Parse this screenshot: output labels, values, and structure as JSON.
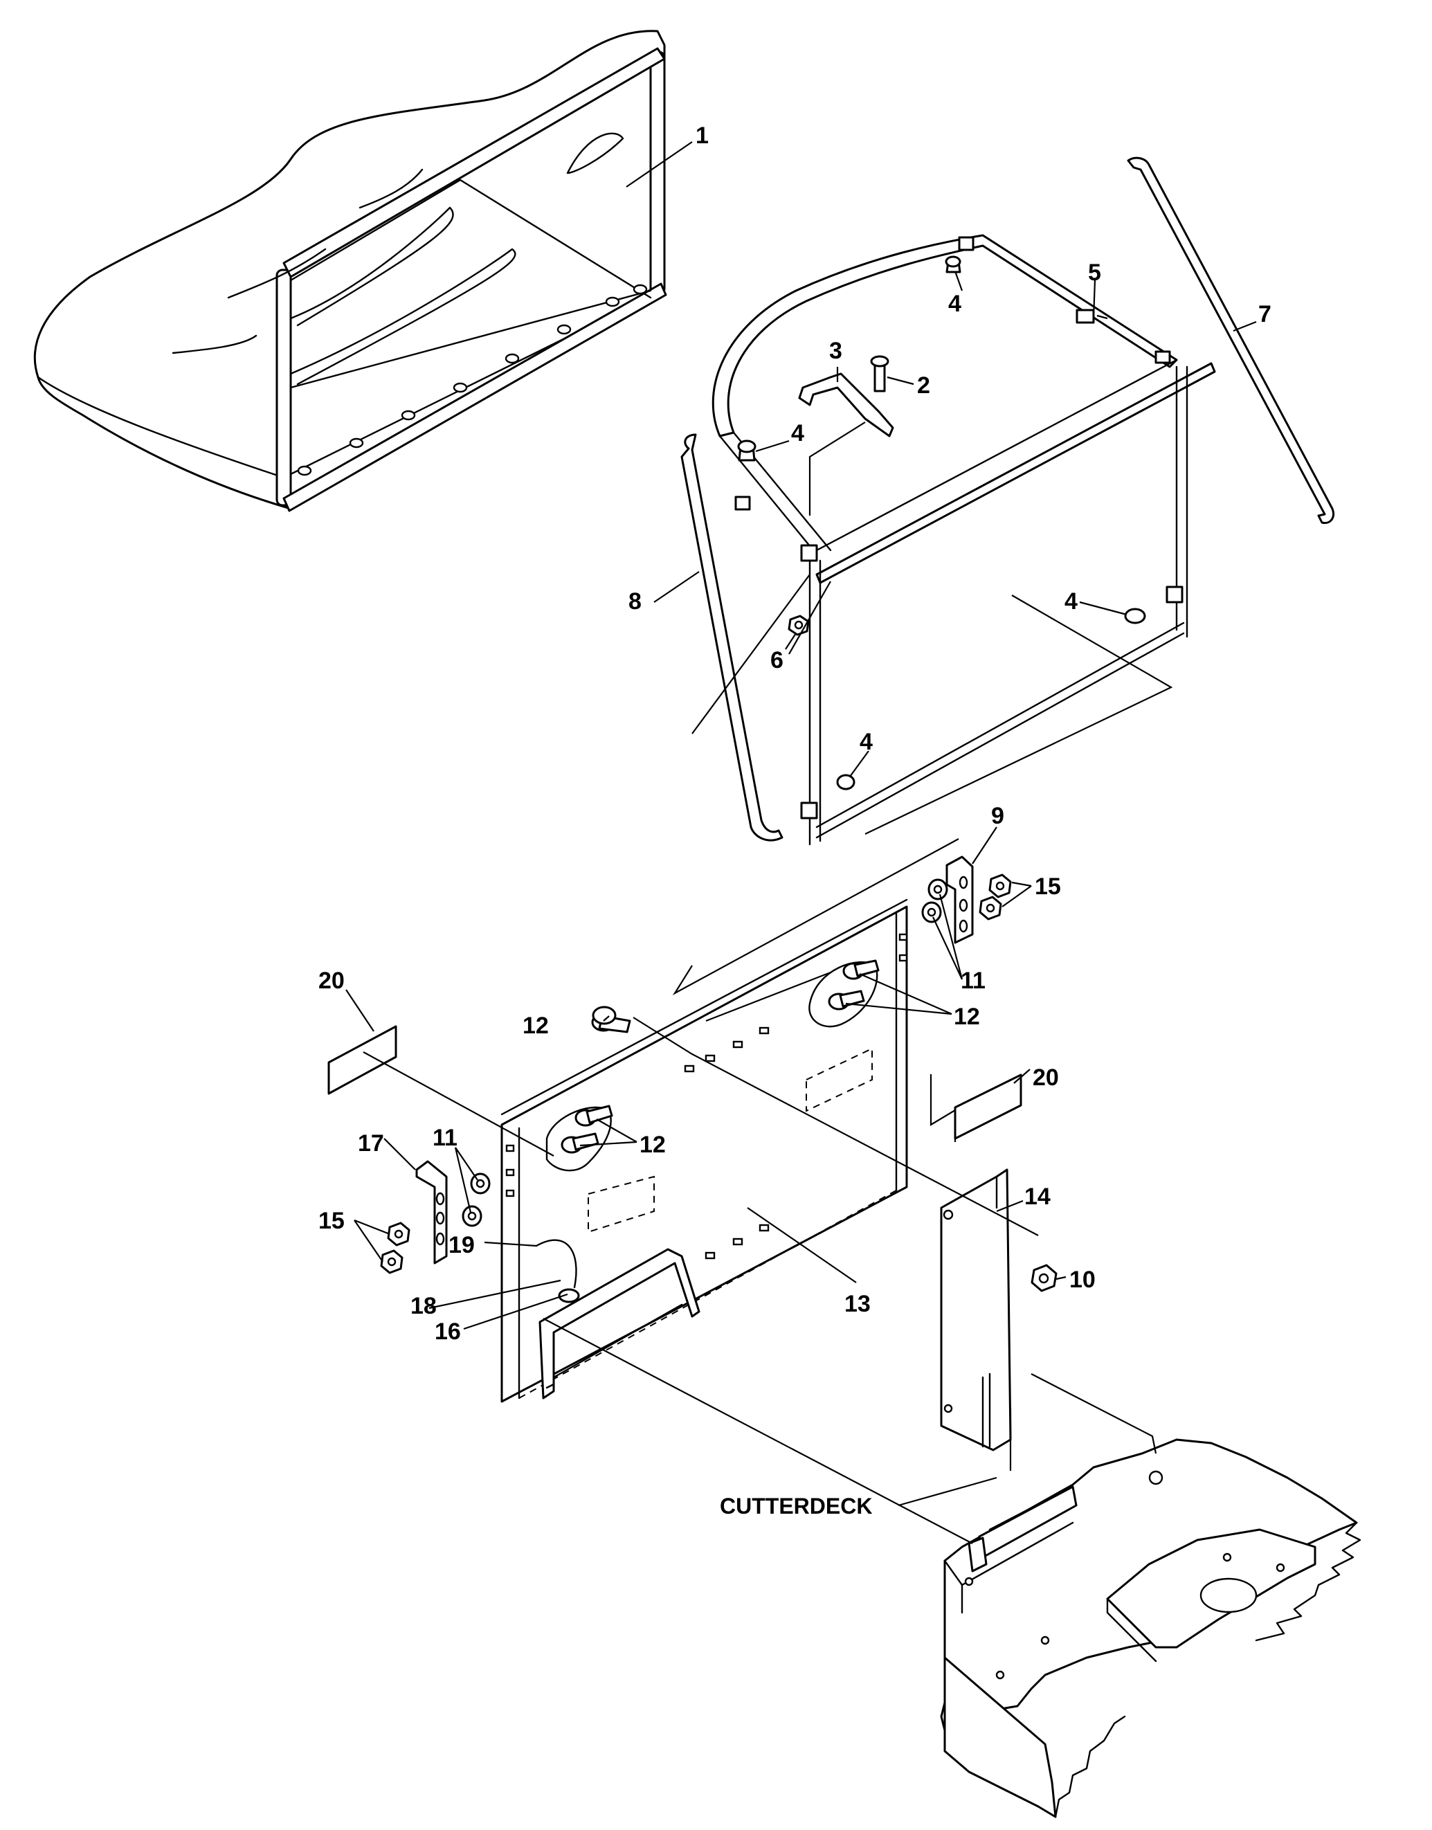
{
  "callouts": {
    "c1": "1",
    "c2": "2",
    "c3": "3",
    "c4a": "4",
    "c4b": "4",
    "c4c": "4",
    "c4d": "4",
    "c5": "5",
    "c6": "6",
    "c7": "7",
    "c8": "8",
    "c9": "9",
    "c10": "10",
    "c11a": "11",
    "c11b": "11",
    "c12a": "12",
    "c12b": "12",
    "c12c": "12",
    "c13": "13",
    "c14": "14",
    "c15a": "15",
    "c15b": "15",
    "c16": "16",
    "c17": "17",
    "c18": "18",
    "c19": "19",
    "c20a": "20",
    "c20b": "20"
  },
  "labels": {
    "cutterdeck": "CUTTERDECK"
  }
}
